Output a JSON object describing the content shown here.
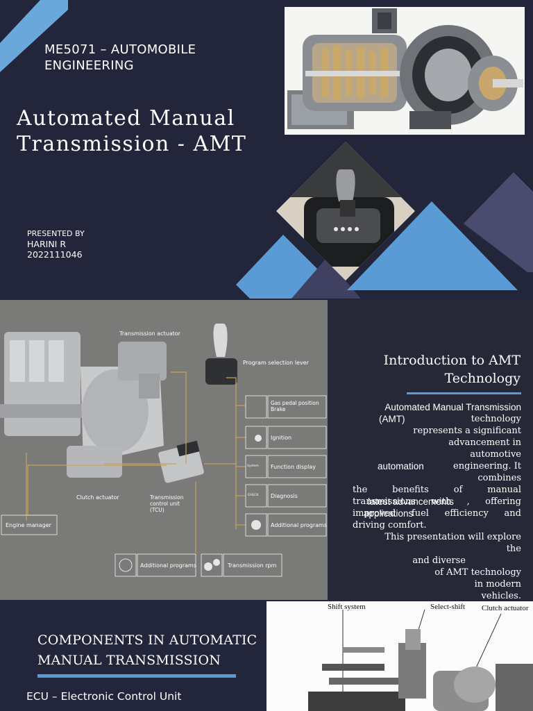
{
  "slide1": {
    "course": "ME5071 – AUTOMOBILE ENGINEERING",
    "title": "Automated Manual Transmission - AMT",
    "presented_by_label": "PRESENTED BY",
    "presenter_name": "HARINI R",
    "presenter_id": "2022111046"
  },
  "slide2": {
    "diagram_labels": {
      "transmission_actuator": "Transmission actuator",
      "program_selection_lever": "Program selection lever",
      "gas_pedal": "Gas pedal position Brake",
      "ignition": "Ignition",
      "function_display": "Function display",
      "diagnosis": "Diagnosis",
      "additional_programs_right": "Additional programs",
      "clutch_actuator": "Clutch actuator",
      "tcu": "Transmission control unit (TCU)",
      "engine_manager": "Engine manager",
      "additional_programs_bottom": "Additional programs",
      "transmission_rpm": "Transmission rpm",
      "icon_system": "System",
      "icon_check": "CHECK"
    },
    "intro_title": "Introduction to AMT Technology",
    "body": {
      "line1": "Automated Manual Transmission",
      "line2a": "(AMT)",
      "line2b": "technology",
      "line3": "represents a significant",
      "line4": "advancement in",
      "line5": "automotive",
      "line6a": "automation",
      "line6b": "engineering. It",
      "line7": "combines",
      "line8": "the benefits of manual",
      "line9": "transmissions with , offering",
      "overlay1": "latest advancements",
      "line10": "improved fuel efficiency and",
      "overlay2": "applications",
      "line11": "driving comfort.",
      "line12": "This presentation will explore",
      "line13": "the",
      "line14": "and diverse",
      "line15": "of AMT technology",
      "line16": "in modern",
      "line17": "vehicles."
    }
  },
  "slide3": {
    "title": "COMPONENTS IN AUTOMATIC MANUAL TRANSMISSION",
    "ecu": "ECU – Electronic Control Unit",
    "image_labels": {
      "shift_system": "Shift system",
      "select_shift": "Select-shift",
      "clutch_actuator": "Clutch actuator"
    }
  },
  "colors": {
    "background": "#23253a",
    "accent_blue": "#5b9bd5",
    "light_blue": "#6aa8dc",
    "muted_navy": "#4a4b6e"
  }
}
